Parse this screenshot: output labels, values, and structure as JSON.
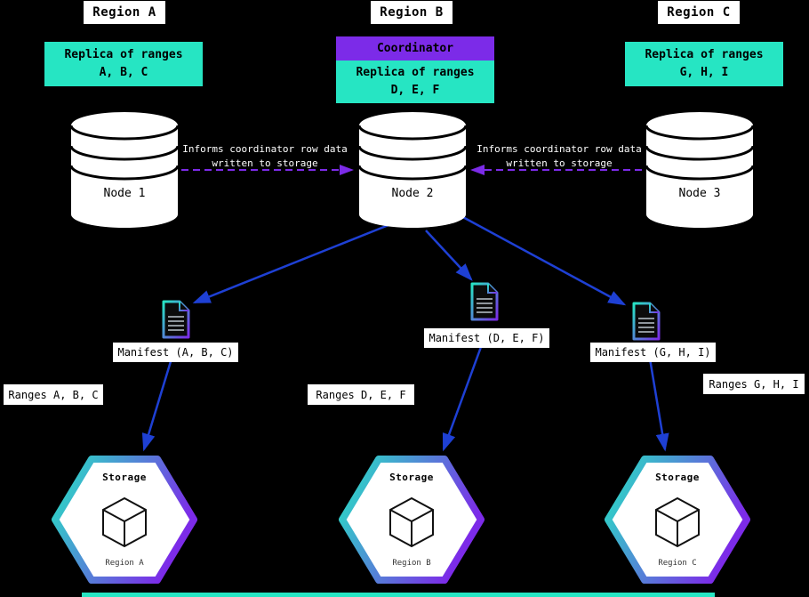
{
  "regions": [
    {
      "header": "Region A",
      "replica_line1": "Replica of ranges",
      "replica_line2": "A, B, C",
      "node": "Node 1",
      "manifest": "Manifest (A, B, C)",
      "ranges": "Ranges A, B, C",
      "storage_title": "Storage",
      "storage_region": "Region A"
    },
    {
      "header": "Region B",
      "coordinator": "Coordinator",
      "replica_line1": "Replica of ranges",
      "replica_line2": "D, E, F",
      "node": "Node 2",
      "manifest": "Manifest (D, E, F)",
      "ranges": "Ranges D, E, F",
      "storage_title": "Storage",
      "storage_region": "Region B"
    },
    {
      "header": "Region C",
      "replica_line1": "Replica of ranges",
      "replica_line2": "G, H, I",
      "node": "Node 3",
      "manifest": "Manifest (G, H, I)",
      "ranges": "Ranges G, H, I",
      "storage_title": "Storage",
      "storage_region": "Region C"
    }
  ],
  "inform_label": {
    "line1": "Informs coordinator row data",
    "line2": "written to storage"
  },
  "colors": {
    "background": "#000000",
    "cyan_accent": "#26E5C3",
    "purple_accent": "#7C2BE8",
    "blue_arrow": "#1E40D4",
    "label_background": "#FFFFFF",
    "label_text": "#000000"
  }
}
